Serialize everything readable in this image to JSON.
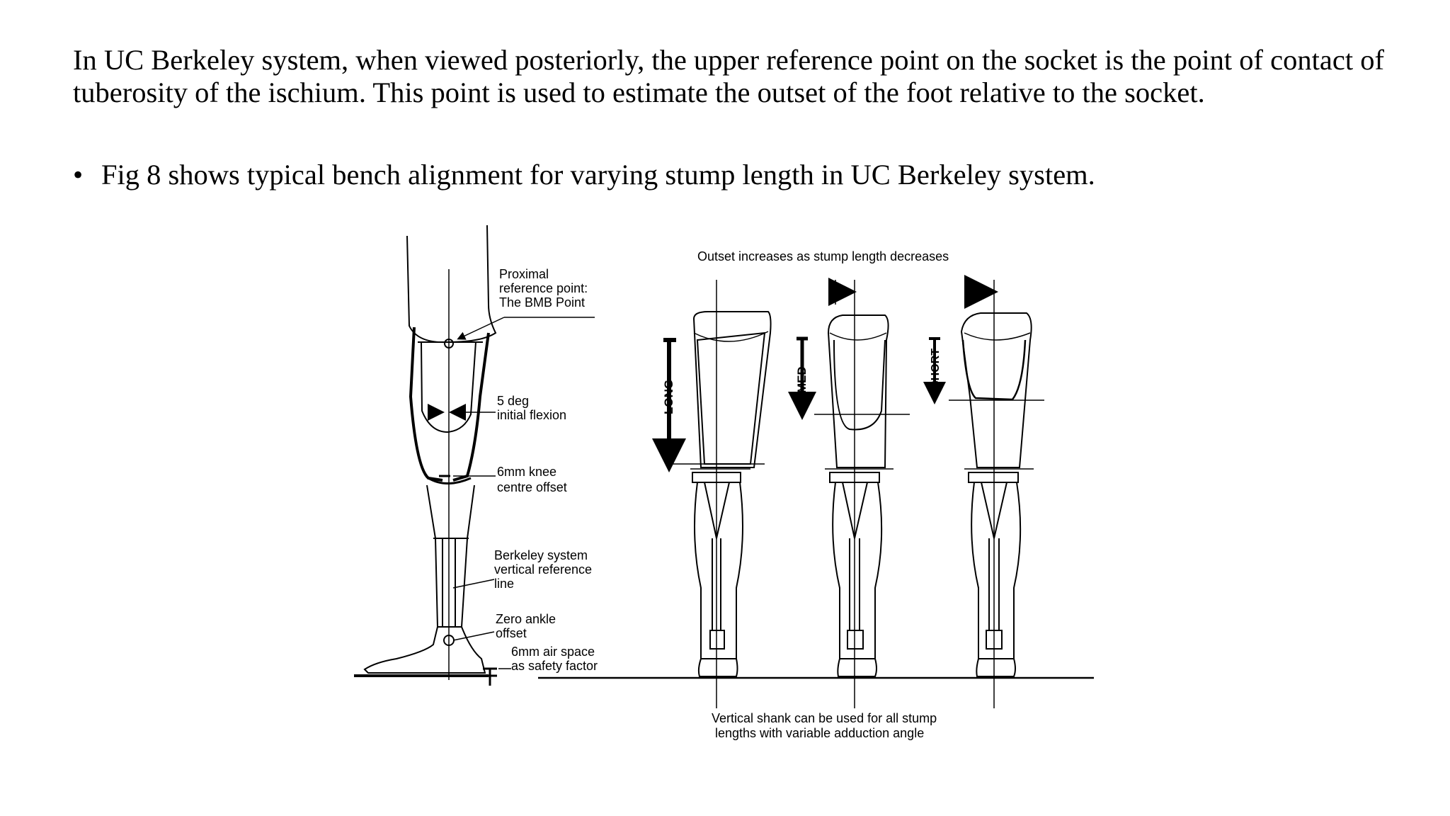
{
  "slide": {
    "paragraph": "In UC Berkeley system, when viewed posteriorly, the upper reference point on the socket is the point of contact of tuberosity of the ischium. This point is used to estimate the outset of the foot relative to the socket.",
    "bullet_mark": "•",
    "bullet_text": "Fig 8 shows typical bench alignment for varying stump length in UC Berkeley system."
  },
  "figure": {
    "side_labels": {
      "proximal": [
        "Proximal",
        "reference  point:",
        "The BMB Point"
      ],
      "flexion": [
        "5 deg",
        "initial flexion"
      ],
      "knee": [
        "6mm knee",
        "centre offset"
      ],
      "vertical": [
        "Berkeley system",
        "vertical reference",
        "line"
      ],
      "ankle": [
        "Zero ankle",
        "offset"
      ],
      "air": [
        "6mm air space",
        "as safety factor"
      ]
    },
    "top_caption": "Outset increases as stump length decreases",
    "stump_labels": [
      "LONG",
      "MED",
      "SHORT"
    ],
    "bottom_caption": [
      "Vertical shank can be used for all stump",
      "lengths with variable adduction angle"
    ]
  }
}
